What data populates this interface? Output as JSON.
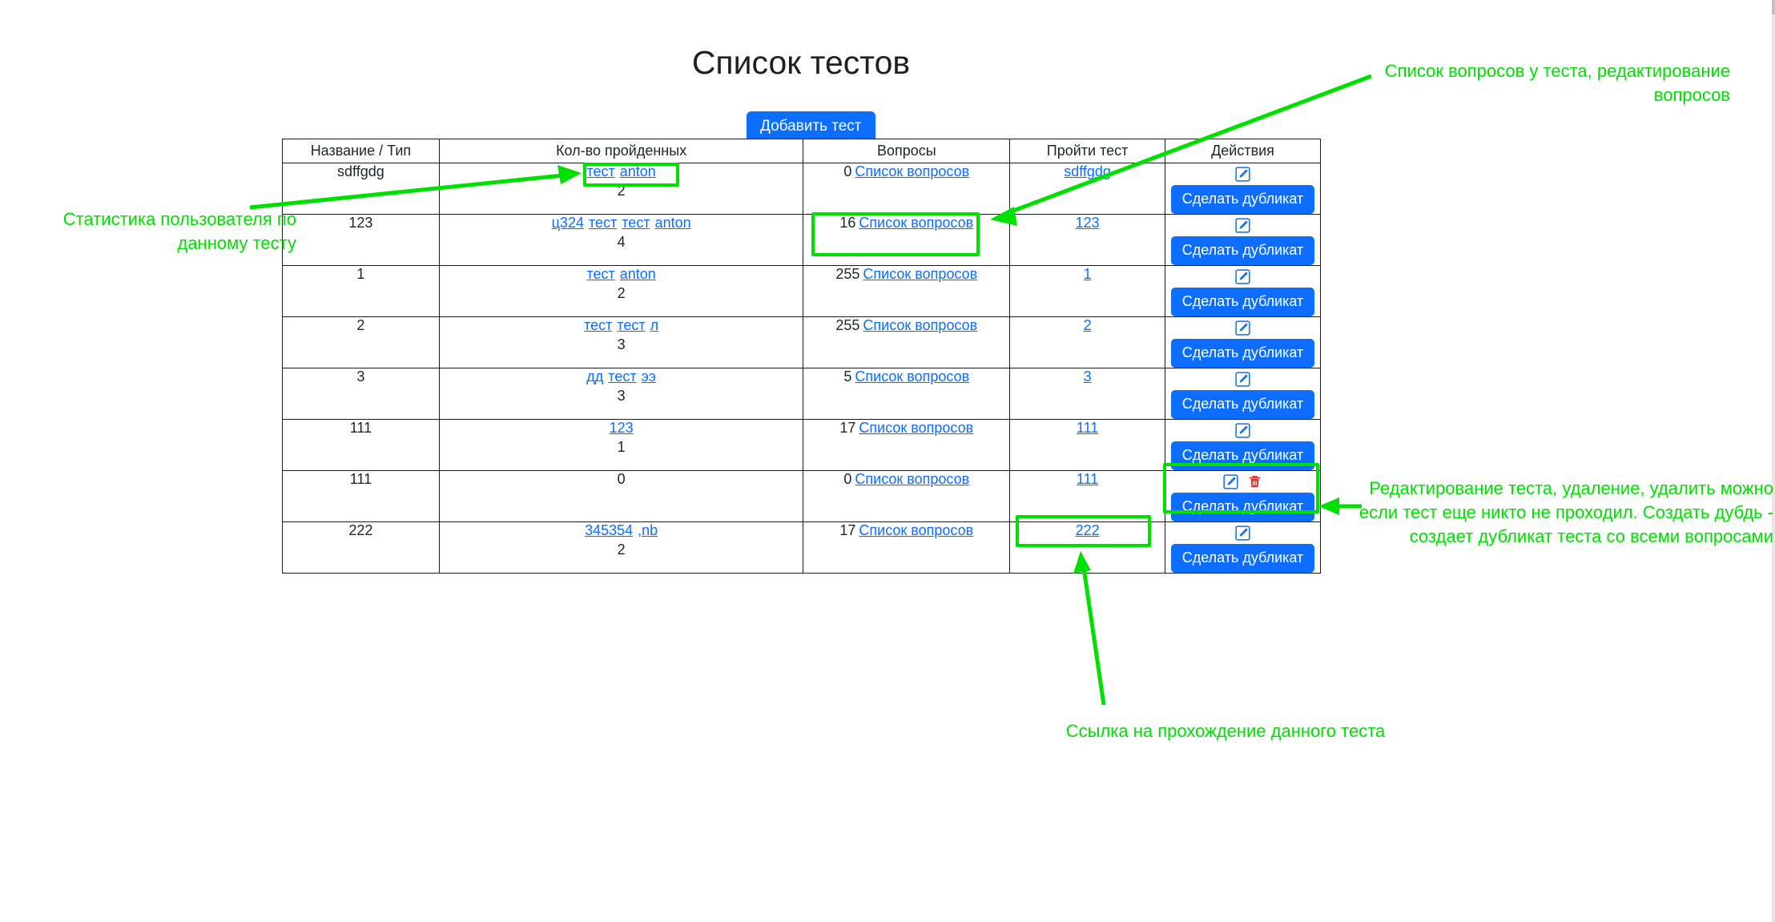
{
  "page": {
    "title": "Список тестов",
    "add_button": "Добавить тест"
  },
  "table": {
    "headers": {
      "name": "Название / Тип",
      "count": "Кол-во пройденных",
      "questions": "Вопросы",
      "pass": "Пройти тест",
      "actions": "Действия"
    },
    "question_link_label": "Список вопросов",
    "duplicate_button": "Сделать дубликат",
    "icons": {
      "edit": "edit-square-pencil-icon",
      "delete": "trash-can-icon"
    },
    "rows": [
      {
        "name": "sdffgdg",
        "users": [
          "тест",
          "anton"
        ],
        "count": "2",
        "questions_count": "0",
        "pass_link": "sdffgdg",
        "has_delete": false
      },
      {
        "name": "123",
        "users": [
          "ц324",
          "тест",
          "тест",
          "anton"
        ],
        "count": "4",
        "questions_count": "16",
        "pass_link": "123",
        "has_delete": false
      },
      {
        "name": "1",
        "users": [
          "тест",
          "anton"
        ],
        "count": "2",
        "questions_count": "255",
        "pass_link": "1",
        "has_delete": false
      },
      {
        "name": "2",
        "users": [
          "тест",
          "тест",
          "л"
        ],
        "count": "3",
        "questions_count": "255",
        "pass_link": "2",
        "has_delete": false
      },
      {
        "name": "3",
        "users": [
          "дд",
          "тест",
          "ээ"
        ],
        "count": "3",
        "questions_count": "5",
        "pass_link": "3",
        "has_delete": false
      },
      {
        "name": "111",
        "users": [
          "123"
        ],
        "count": "1",
        "questions_count": "17",
        "pass_link": "111",
        "has_delete": false
      },
      {
        "name": "111",
        "users": [],
        "count": "0",
        "questions_count": "0",
        "pass_link": "111",
        "has_delete": true
      },
      {
        "name": "222",
        "users": [
          "345354",
          ",nb"
        ],
        "count": "2",
        "questions_count": "17",
        "pass_link": "222",
        "has_delete": false
      }
    ]
  },
  "annotations": {
    "color": "#00e000",
    "user_stats": "Статистика пользователя по\nданному тесту",
    "question_list": "Список вопросов у теста, редактирование\nвопросов",
    "actions": "Редактирование теста, удаление, удалить можно\nесли тест еще никто не проходил. Создать дубдь -\nсоздает дубликат теста со всеми вопросами",
    "pass_link": "Ссылка на прохождение данного теста"
  }
}
